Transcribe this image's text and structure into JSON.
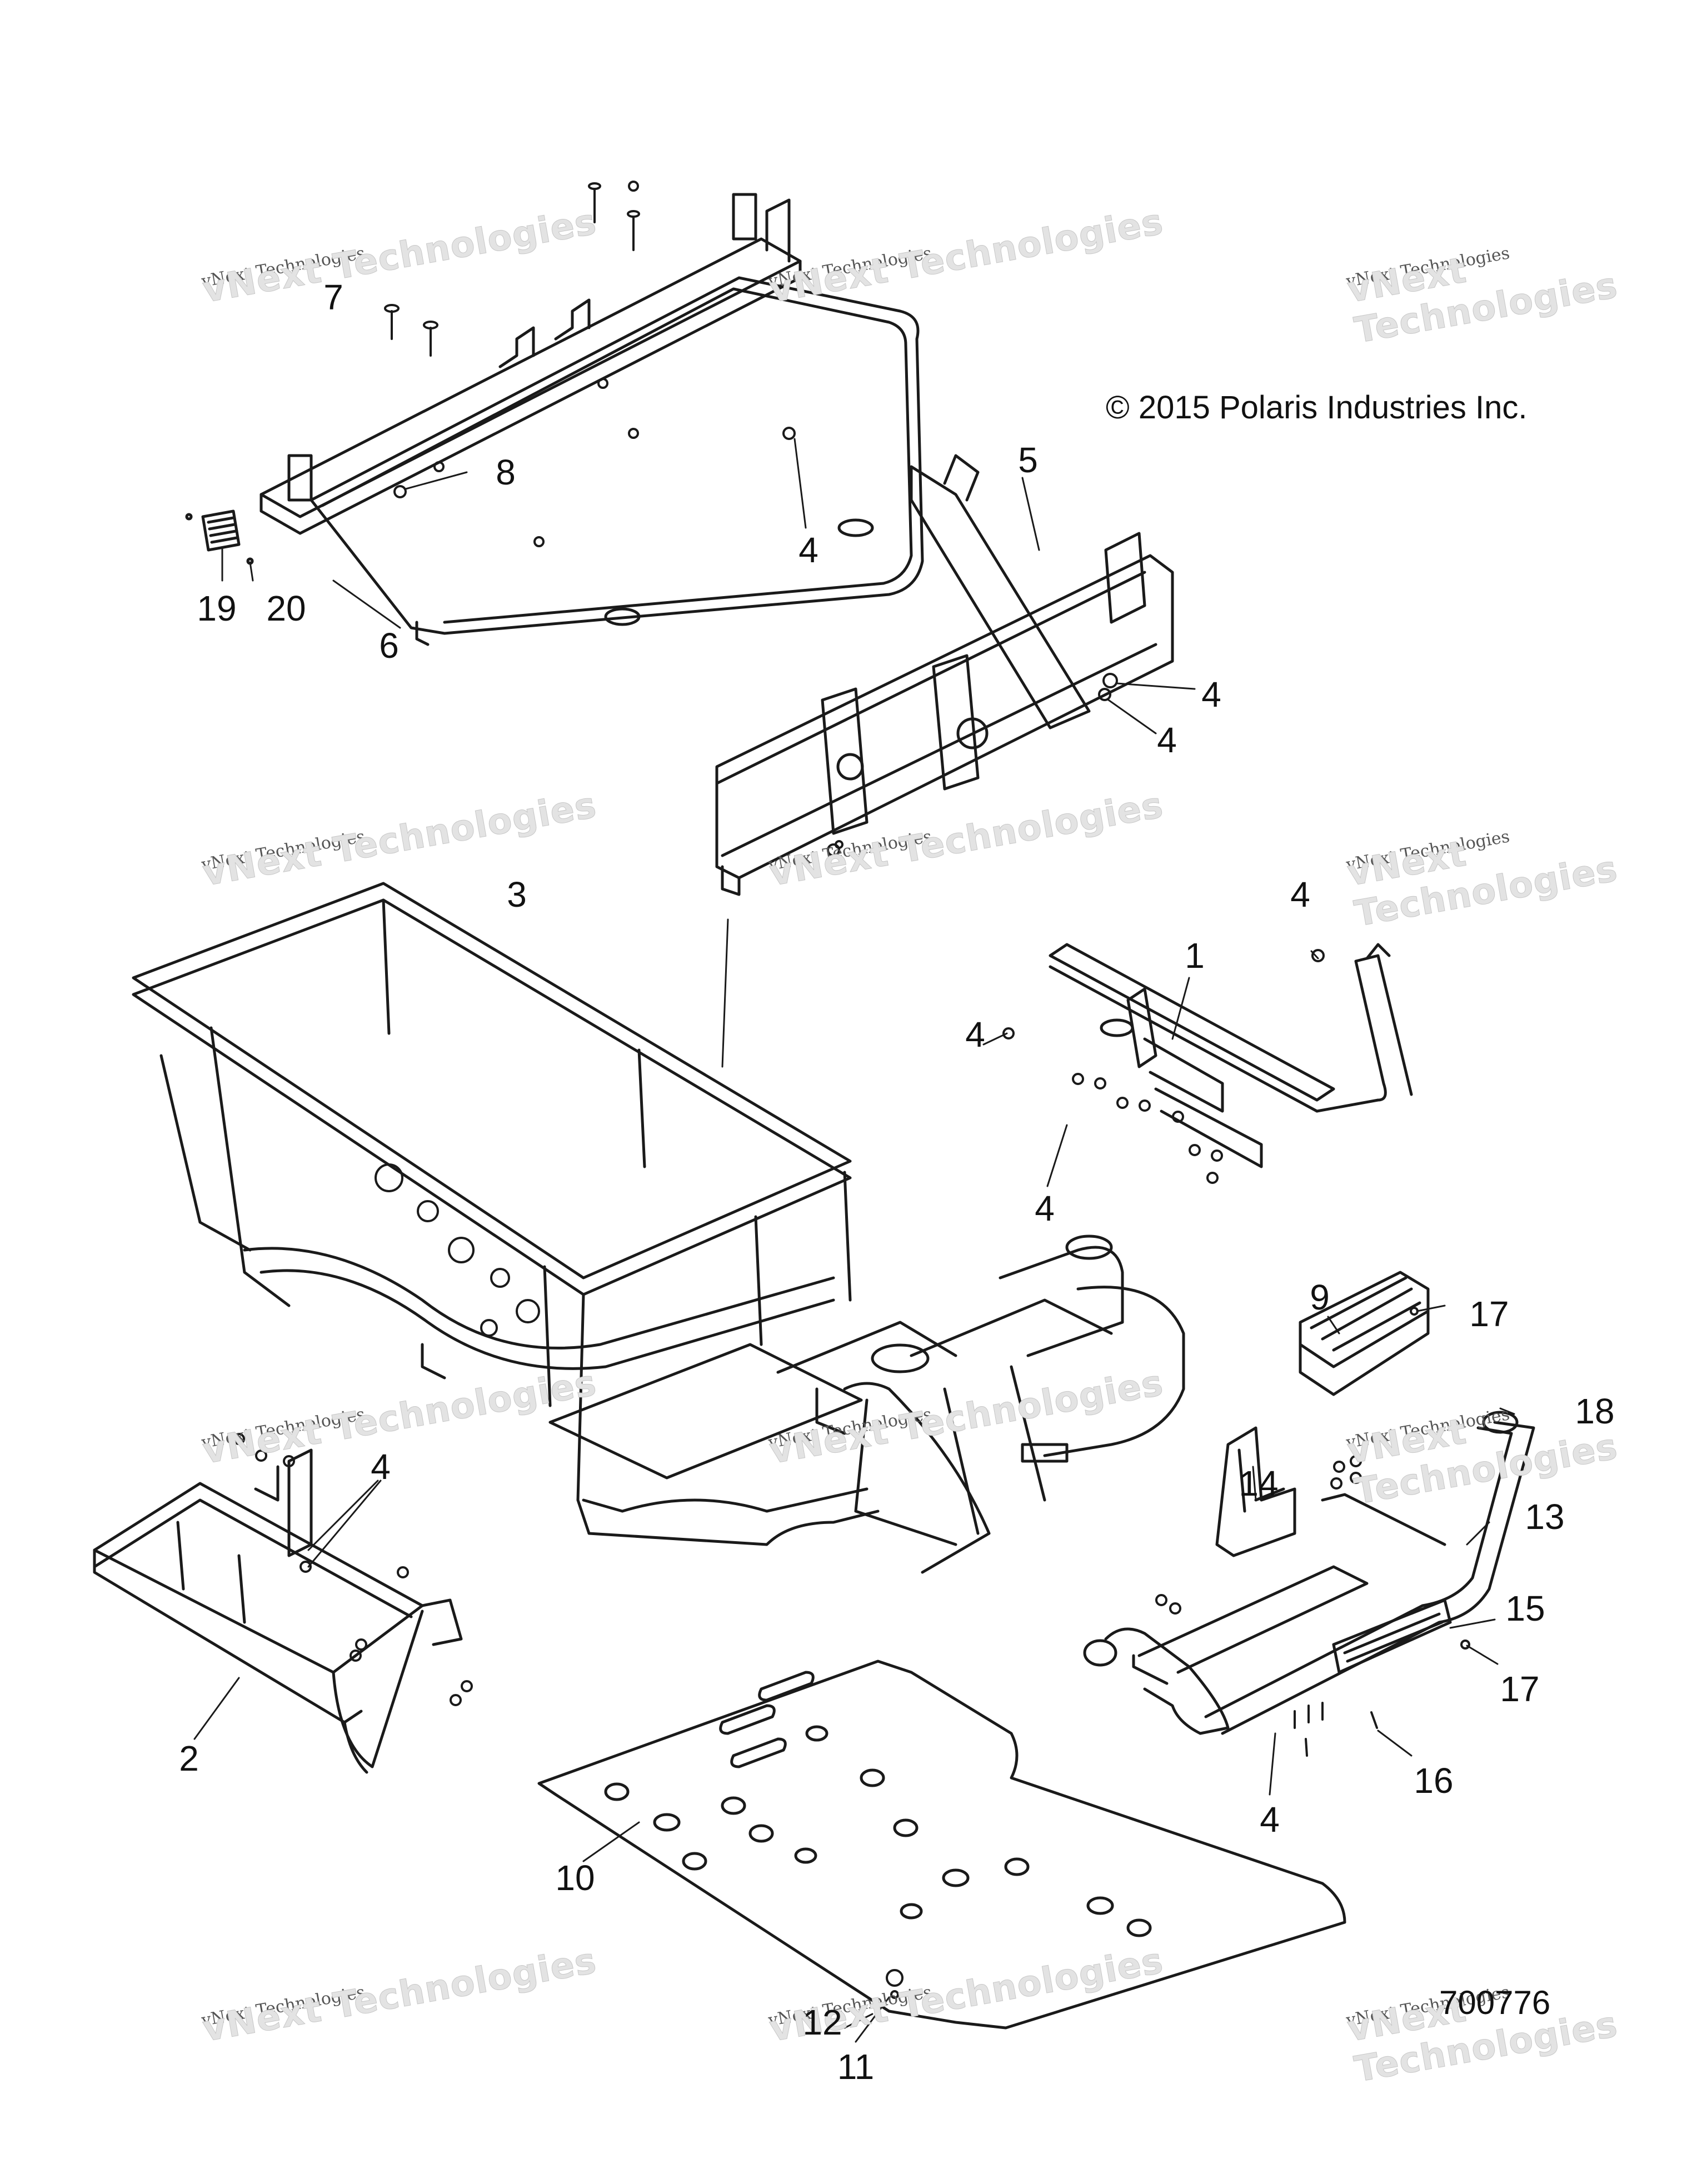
{
  "copyright": "© 2015 Polaris Industries Inc.",
  "drawing_number": "700776",
  "watermark": {
    "line1": "vNext Technologies",
    "line2": "vNext Technologies"
  },
  "callouts": {
    "c1": "1",
    "c2": "2",
    "c3": "3",
    "c4a": "4",
    "c4b": "4",
    "c4c": "4",
    "c4d": "4",
    "c4e": "4",
    "c4f": "4",
    "c4g": "4",
    "c4h": "4",
    "c5": "5",
    "c6": "6",
    "c7": "7",
    "c8": "8",
    "c9": "9",
    "c10": "10",
    "c11": "11",
    "c12": "12",
    "c13": "13",
    "c14": "14",
    "c15": "15",
    "c16": "16",
    "c17a": "17",
    "c17b": "17",
    "c18": "18",
    "c19": "19",
    "c20": "20"
  }
}
